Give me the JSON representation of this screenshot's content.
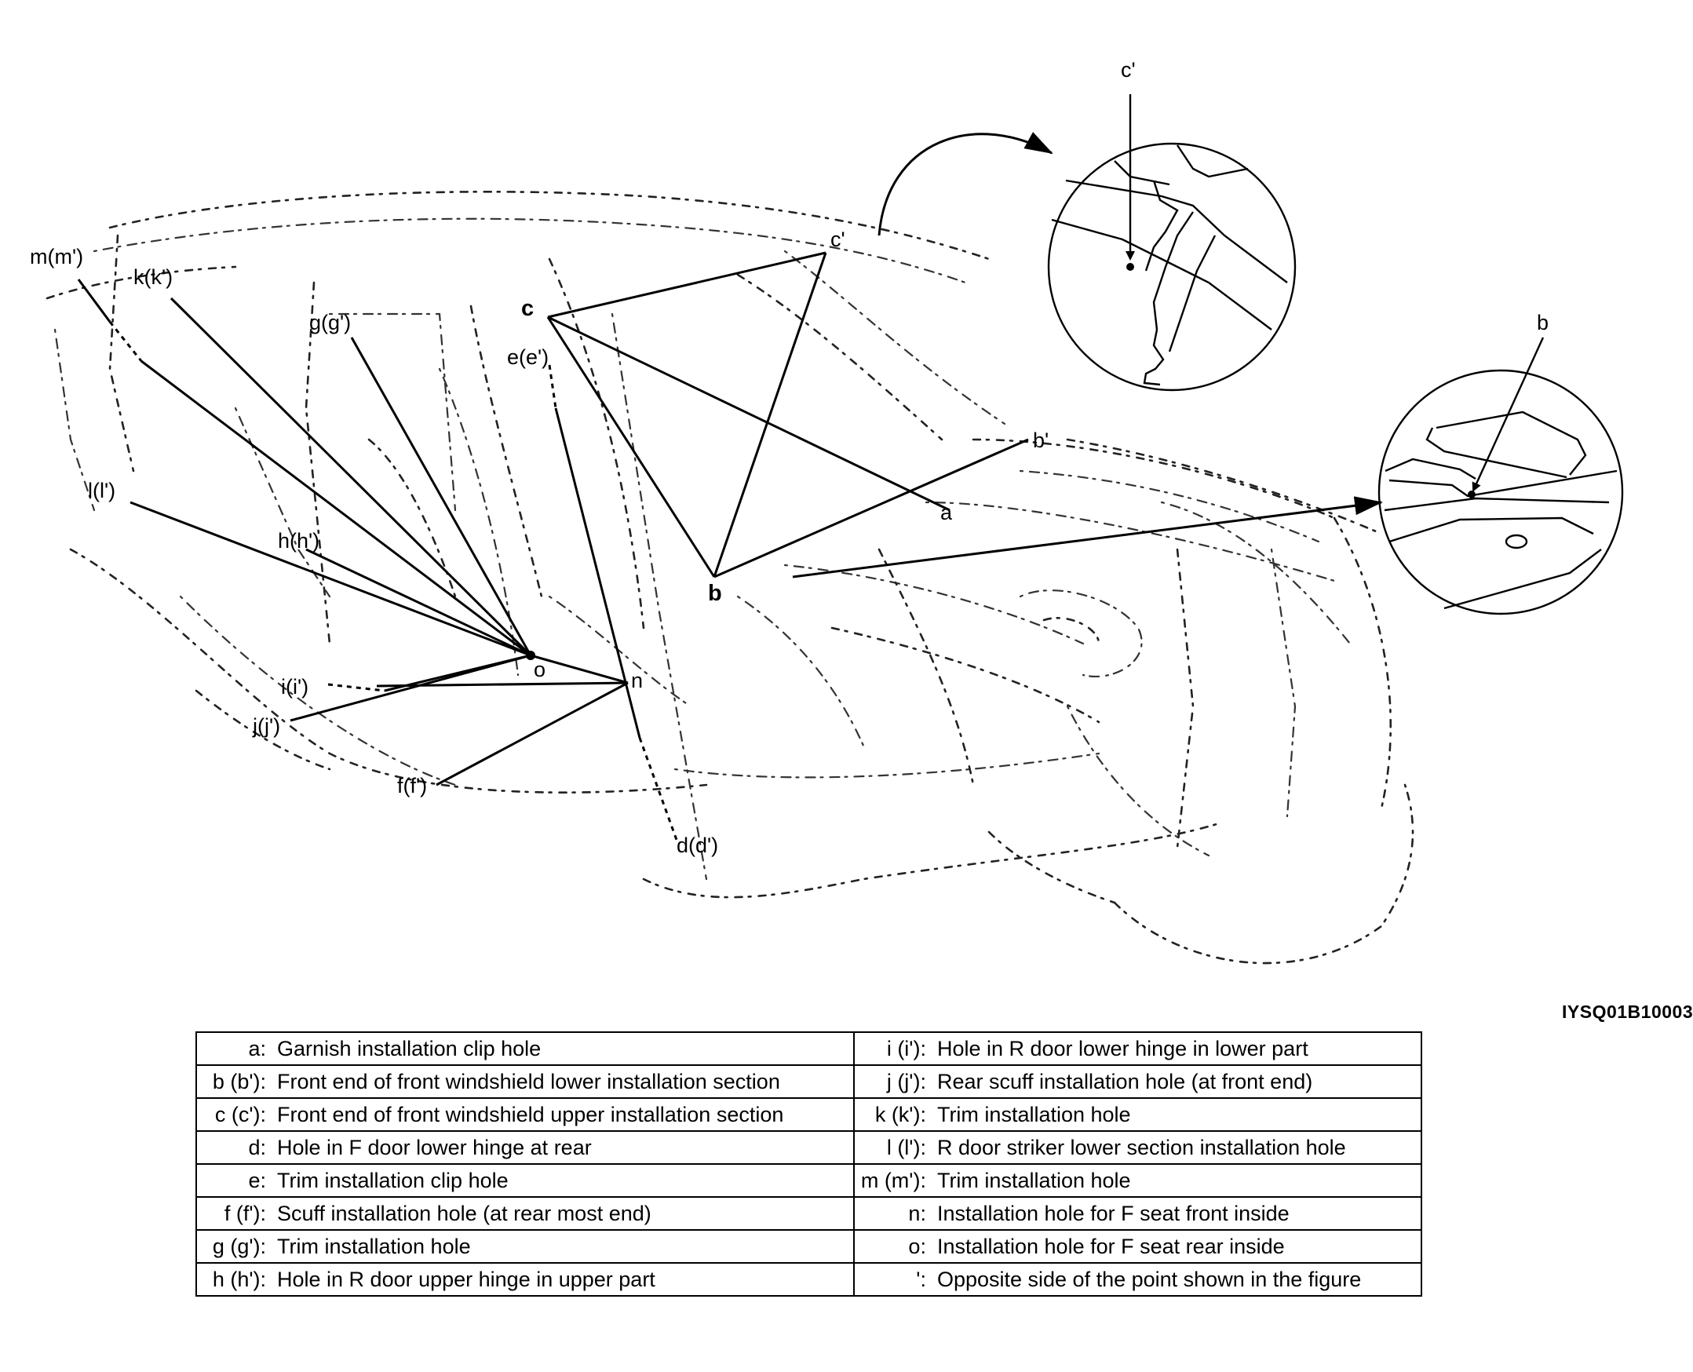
{
  "figure_code": "IYSQ01B10003",
  "points": {
    "a": "a",
    "b": "b",
    "b_prime": "b'",
    "c": "c",
    "c_prime": "c'",
    "d": "d(d')",
    "e": "e(e')",
    "f": "f(f')",
    "g": "g(g')",
    "h": "h(h')",
    "i": "i(i')",
    "j": "j(j')",
    "k": "k(k')",
    "l": "l(l')",
    "m": "m(m')",
    "n": "n",
    "o": "o"
  },
  "detail_views": {
    "c_detail_label": "c'",
    "b_detail_label": "b"
  },
  "legend": {
    "left": [
      {
        "key": "a:",
        "desc": "Garnish installation clip hole"
      },
      {
        "key": "b (b'):",
        "desc": "Front end of front windshield lower installation section"
      },
      {
        "key": "c (c'):",
        "desc": "Front end of front windshield upper installation section"
      },
      {
        "key": "d:",
        "desc": "Hole in F door lower hinge at rear"
      },
      {
        "key": "e:",
        "desc": "Trim installation clip hole"
      },
      {
        "key": "f (f'):",
        "desc": "Scuff installation hole (at rear most end)"
      },
      {
        "key": "g (g'):",
        "desc": "Trim installation hole"
      },
      {
        "key": "h (h'):",
        "desc": "Hole in R door upper hinge in upper part"
      }
    ],
    "right": [
      {
        "key": "i (i'):",
        "desc": "Hole in R door lower hinge in lower part"
      },
      {
        "key": "j (j'):",
        "desc": "Rear scuff installation hole (at front end)"
      },
      {
        "key": "k (k'):",
        "desc": "Trim installation hole"
      },
      {
        "key": "l (l'):",
        "desc": "R door striker lower section installation hole"
      },
      {
        "key": "m (m'):",
        "desc": "Trim installation hole"
      },
      {
        "key": "n:",
        "desc": "Installation hole for F seat front inside"
      },
      {
        "key": "o:",
        "desc": "Installation hole for F seat rear inside"
      },
      {
        "key": "':",
        "desc": "Opposite side of the point shown in the figure"
      }
    ]
  }
}
